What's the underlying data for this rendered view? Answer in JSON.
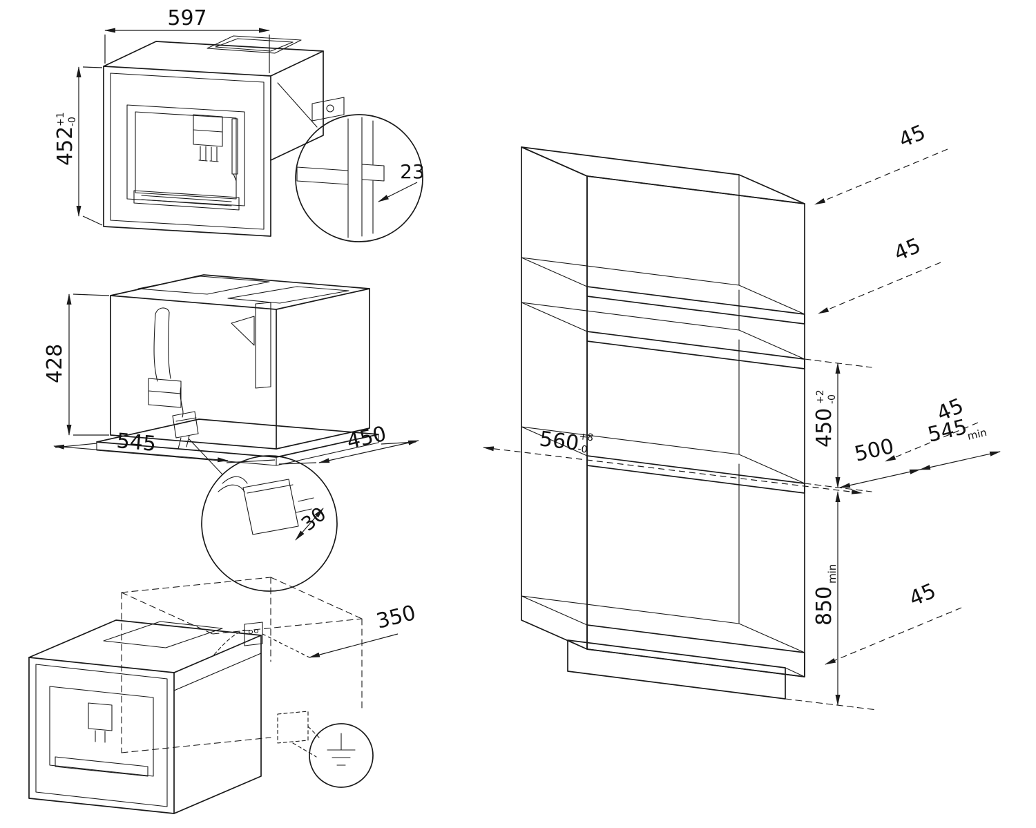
{
  "front_view": {
    "width": "597",
    "height": "452",
    "height_tol_plus": "+1",
    "height_tol_minus": "-0",
    "edge_detail": "23"
  },
  "rear_view": {
    "height": "428",
    "width": "545",
    "depth": "450",
    "plug_width": "30"
  },
  "installation_view": {
    "socket_distance": "350"
  },
  "cabinet_view": {
    "clearance_top": "45",
    "clearance_upper": "45",
    "clearance_middle": "45",
    "clearance_bottom": "45",
    "niche_height": "450",
    "niche_height_tol_plus": "+2",
    "niche_height_tol_minus": "-0",
    "niche_width": "560",
    "niche_width_tol_plus": "+8",
    "niche_width_tol_minus": "-0",
    "depth_to_socket": "500",
    "niche_depth": "545",
    "niche_depth_suffix": "min",
    "height_above_floor": "850",
    "height_above_floor_suffix": "min"
  }
}
